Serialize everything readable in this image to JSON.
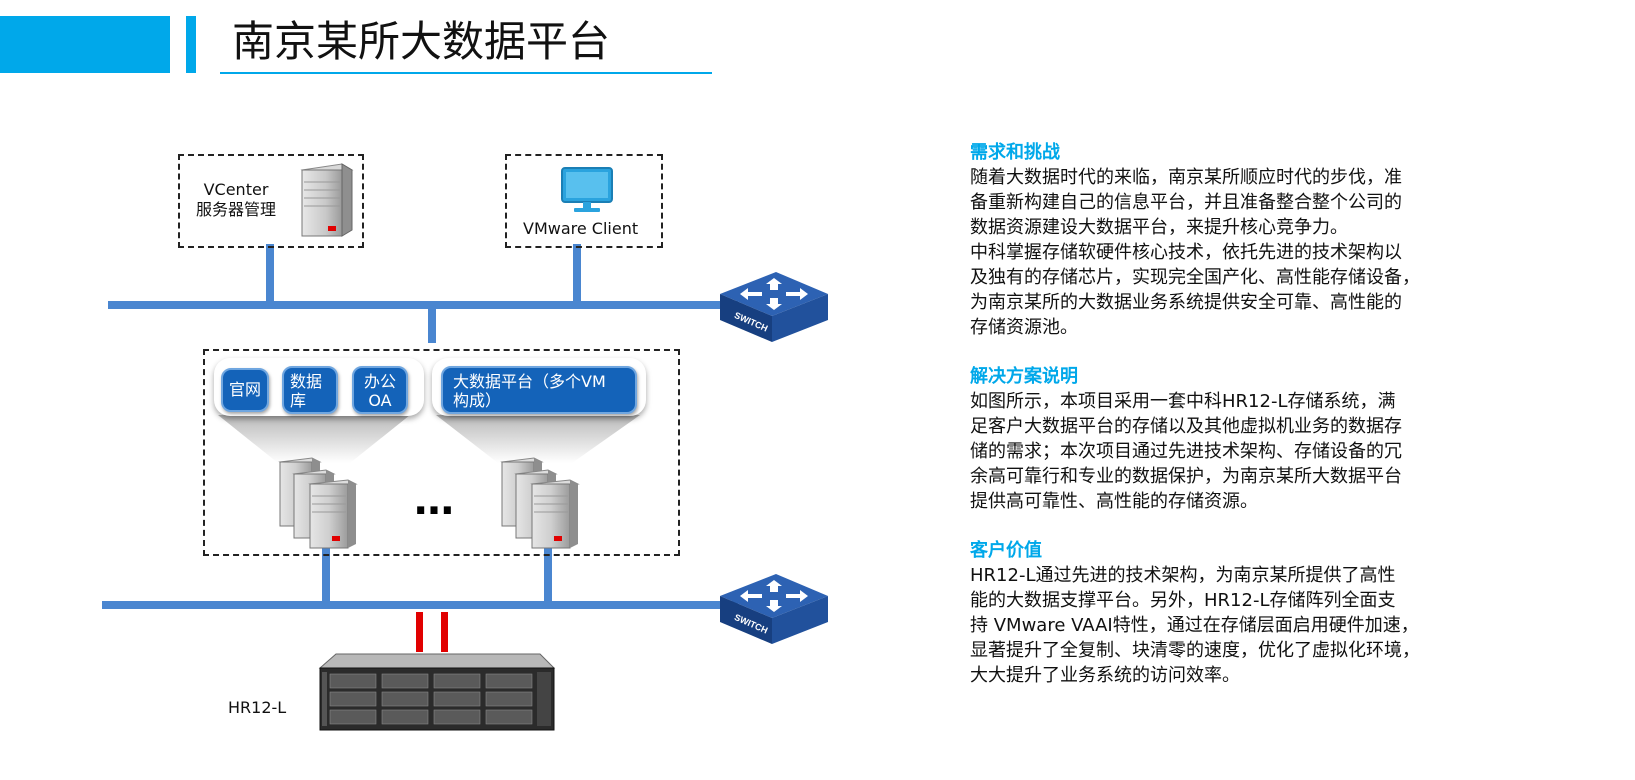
{
  "header": {
    "title": "南京某所大数据平台"
  },
  "diagram": {
    "vcenter_label_line1": "VCenter",
    "vcenter_label_line2": "服务器管理",
    "vmware_client_label": "VMware Client",
    "switch_label": "SWITCH",
    "apps": {
      "site": "官网",
      "db_line1": "数据",
      "db_line2": "库",
      "oa_line1": "办公",
      "oa_line2": "OA",
      "bigdata_line1": "大数据平台（多个VM",
      "bigdata_line2": "构成）"
    },
    "ellipsis": "…",
    "storage_label": "HR12-L"
  },
  "sections": [
    {
      "heading": "需求和挑战",
      "lines": [
        "随着大数据时代的来临，南京某所顺应时代的步伐，准",
        "备重新构建自己的信息平台，并且准备整合整个公司的",
        "数据资源建设大数据平台，来提升核心竞争力。",
        "中科掌握存储软硬件核心技术，依托先进的技术架构以",
        "及独有的存储芯片，实现完全国产化、高性能存储设备，",
        "为南京某所的大数据业务系统提供安全可靠、高性能的",
        "存储资源池。"
      ]
    },
    {
      "heading": "解决方案说明",
      "lines": [
        "如图所示，本项目采用一套中科HR12-L存储系统，满",
        "足客户大数据平台的存储以及其他虚拟机业务的数据存",
        "储的需求；本次项目通过先进技术架构、存储设备的冗",
        "余高可靠行和专业的数据保护，为南京某所大数据平台",
        "提供高可靠性、高性能的存储资源。"
      ]
    },
    {
      "heading": "客户价值",
      "lines": [
        "HR12-L通过先进的技术架构，为南京某所提供了高性",
        "能的大数据支撑平台。另外，HR12-L存储阵列全面支",
        "持 VMware VAAI特性，通过在存储层面启用硬件加速，",
        "显著提升了全复制、块清零的速度，优化了虚拟化环境，",
        "大大提升了业务系统的访问效率。"
      ]
    }
  ],
  "colors": {
    "accent": "#00a8ea",
    "network_line": "#4a86d0",
    "app_pill": "#1463b9",
    "fc_link": "#e10000"
  }
}
